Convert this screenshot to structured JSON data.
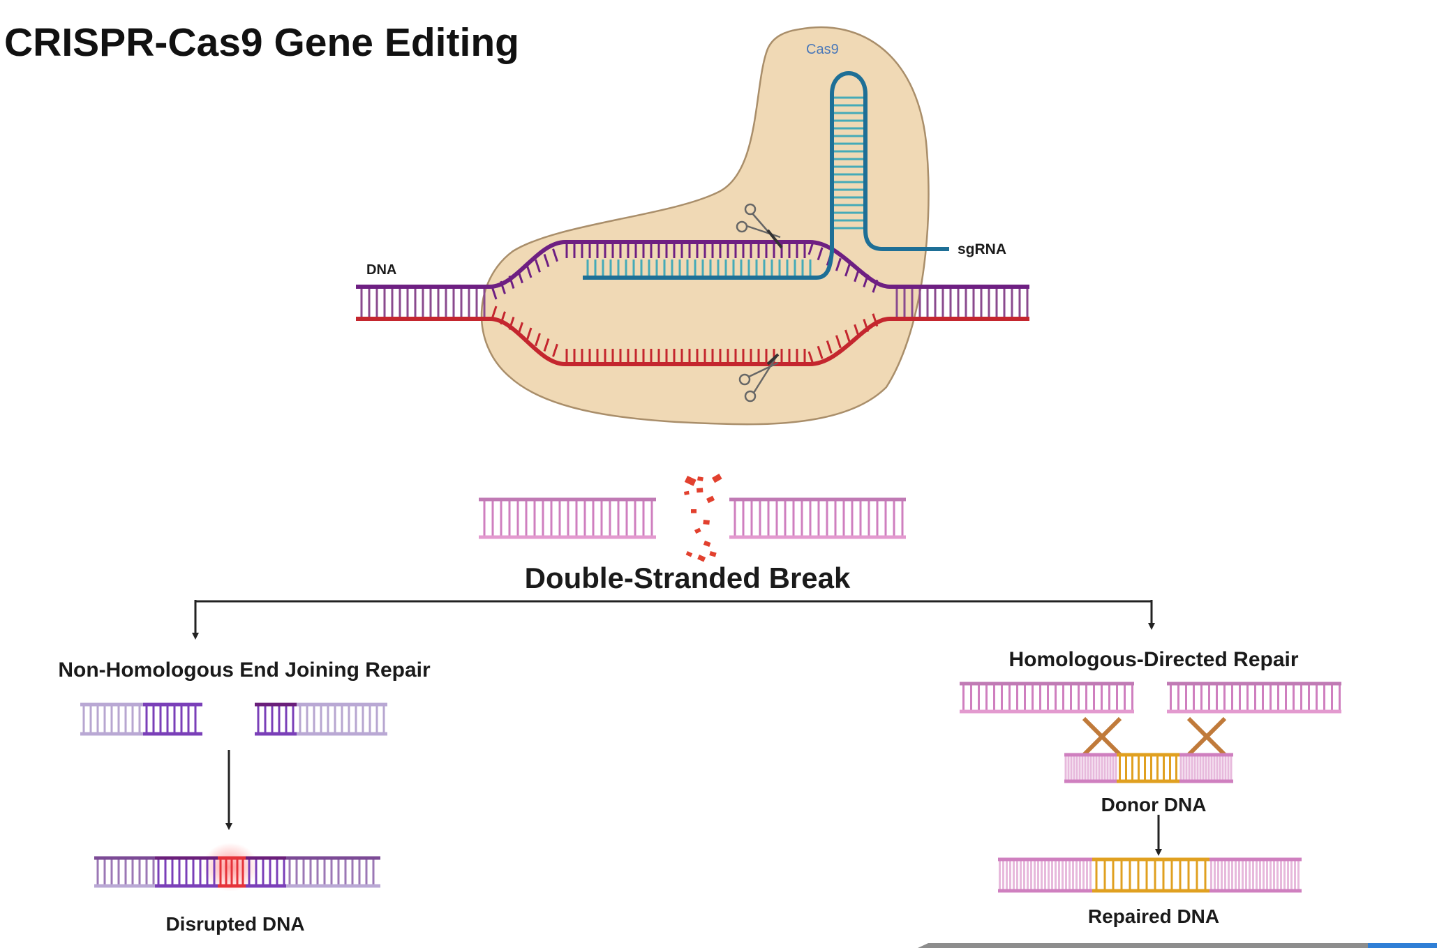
{
  "title": "CRISPR-Cas9 Gene Editing",
  "labels": {
    "cas9": "Cas9",
    "dna": "DNA",
    "sgrna": "sgRNA",
    "dsb": "Double-Stranded Break",
    "nhej": "Non-Homologous End Joining Repair",
    "hdr": "Homologous-Directed Repair",
    "donor": "Donor DNA",
    "disrupted": "Disrupted DNA",
    "repaired": "Repaired DNA"
  },
  "colors": {
    "cas9_fill": "#f0d9b5",
    "cas9_stroke": "#a98e6a",
    "cas9_label": "#4a78b8",
    "sgrna": "#1e6f96",
    "guide_rungs": "#45aab8",
    "dna_top": "#6e1f82",
    "dna_bottom": "#c4262e",
    "pink": "#cf7fbf",
    "light_purple": "#b7a6d0",
    "purple": "#7a3fb8",
    "red_insert": "#e5333a",
    "donor_gold": "#e0a020",
    "cross_brown": "#c07a3a",
    "arrow": "#222222",
    "fragments": "#e2402e"
  }
}
